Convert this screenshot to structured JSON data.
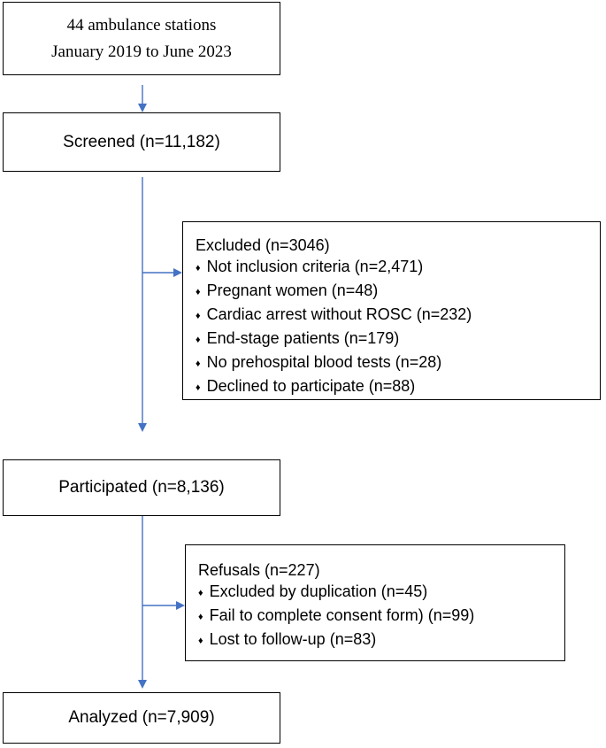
{
  "source": {
    "line1": "44 ambulance stations",
    "line2": "January 2019 to June 2023"
  },
  "screened": {
    "label": "Screened (n=11,182)"
  },
  "excluded": {
    "title": "Excluded (n=3046)",
    "items": [
      "Not inclusion criteria (n=2,471)",
      "Pregnant women (n=48)",
      "Cardiac arrest without ROSC (n=232)",
      "End-stage patients (n=179)",
      "No prehospital blood tests (n=28)",
      "Declined to participate (n=88)"
    ]
  },
  "participated": {
    "label": "Participated (n=8,136)"
  },
  "refusals": {
    "title": "Refusals (n=227)",
    "items": [
      "Excluded by duplication (n=45)",
      "Fail to complete consent form) (n=99)",
      "Lost to follow-up (n=83)"
    ]
  },
  "analyzed": {
    "label": "Analyzed (n=7,909)"
  },
  "colors": {
    "arrow": "#4472C4",
    "border": "#000000",
    "bullet_glyph": "♦"
  }
}
